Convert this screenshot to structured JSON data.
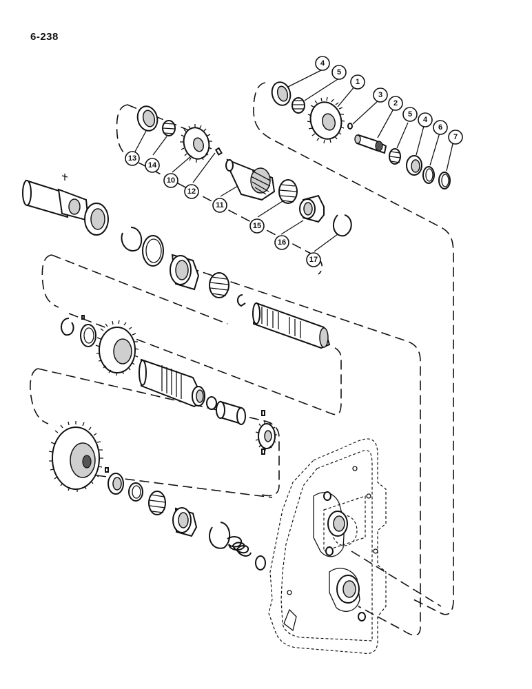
{
  "page": {
    "number": "6-238"
  },
  "callouts": [
    {
      "id": "c1",
      "label": "1"
    },
    {
      "id": "c2",
      "label": "2"
    },
    {
      "id": "c3",
      "label": "3"
    },
    {
      "id": "c4a",
      "label": "4"
    },
    {
      "id": "c4b",
      "label": "4"
    },
    {
      "id": "c5a",
      "label": "5"
    },
    {
      "id": "c5b",
      "label": "5"
    },
    {
      "id": "c6",
      "label": "6"
    },
    {
      "id": "c7",
      "label": "7"
    },
    {
      "id": "c10",
      "label": "10"
    },
    {
      "id": "c11",
      "label": "11"
    },
    {
      "id": "c12",
      "label": "12"
    },
    {
      "id": "c13",
      "label": "13"
    },
    {
      "id": "c14",
      "label": "14"
    },
    {
      "id": "c15",
      "label": "15"
    },
    {
      "id": "c16",
      "label": "16"
    },
    {
      "id": "c17",
      "label": "17"
    }
  ]
}
